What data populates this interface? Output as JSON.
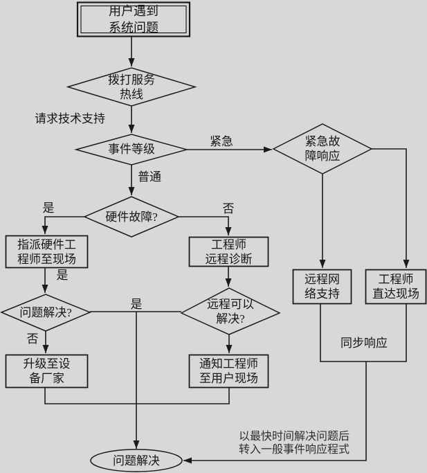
{
  "diagram": {
    "type": "flowchart",
    "language": "zh-CN",
    "colors": {
      "background": "#d8d8d8",
      "line": "#1b1b1b",
      "shape_fill": "#d8d8d8",
      "text": "#161616"
    }
  },
  "nodes": {
    "start": "用户遇到\n系统问题",
    "hotline": "拨打服务\n热线",
    "level": "事件等级",
    "emergency": "紧急故\n障响应",
    "hw_fault": "硬件故障?",
    "assign_hw": "指派硬件工\n程师至现场",
    "remote_diag": "工程师\n远程诊断",
    "solved_q": "问题解决?",
    "remote_ok": "远程可以\n解决?",
    "escalate": "升级至设\n备厂家",
    "notify": "通知工程师\n至用户现场",
    "remote_net": "远程网\n络支持",
    "direct_site": "工程师\n直达现场",
    "end": "问题解决"
  },
  "edge_labels": {
    "request_support": "请求技术支持",
    "urgent": "紧急",
    "normal": "普通",
    "yes_hw": "是",
    "no_hw": "否",
    "yes_after_assign": "是",
    "no_solved": "否",
    "yes_solved": "是",
    "sync_response": "同步响应",
    "note": "以最快时间解决问题后\n转入一般事件响应程式"
  }
}
